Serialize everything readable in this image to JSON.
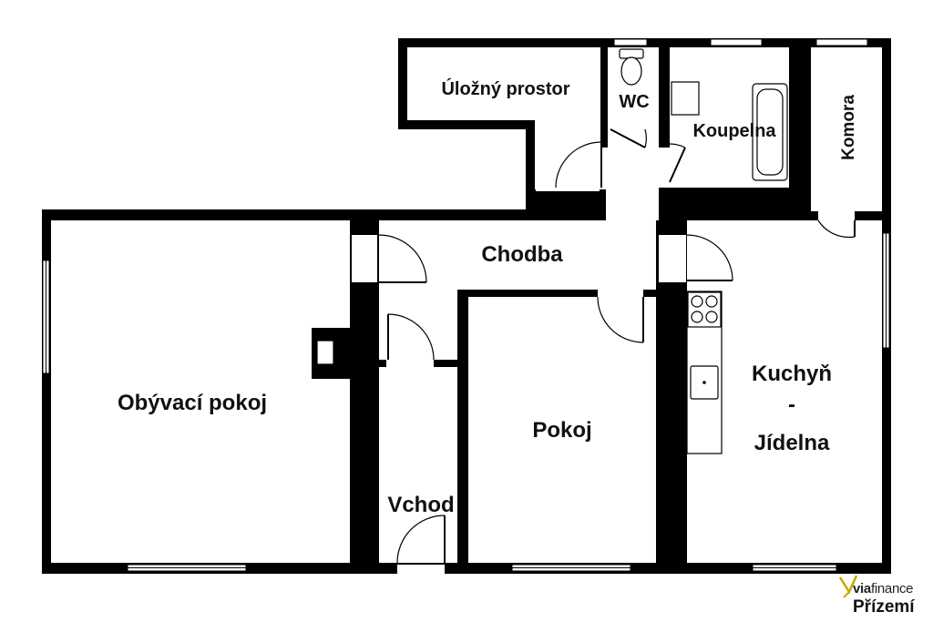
{
  "rooms": {
    "storage": "Úložný prostor",
    "wc": "WC",
    "bathroom": "Koupelna",
    "pantry": "Komora",
    "hallway": "Chodba",
    "living_room": "Obývací pokoj",
    "room": "Pokoj",
    "entrance": "Vchod",
    "kitchen_line1": "Kuchyň",
    "kitchen_line2": "-",
    "kitchen_line3": "Jídelna"
  },
  "logo": {
    "brand_prefix": "via",
    "brand_suffix": "finance",
    "floor": "Přízemí"
  },
  "colors": {
    "wall": "#000000",
    "background": "#ffffff",
    "logo_accent": "#c8a800"
  }
}
